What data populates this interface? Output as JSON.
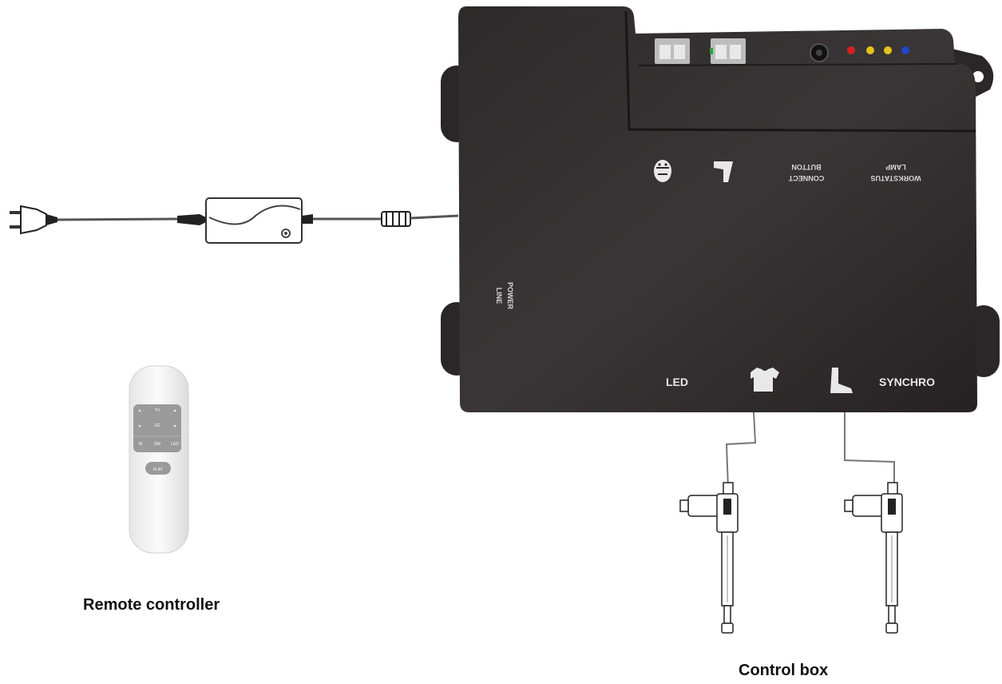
{
  "captions": {
    "remote": "Remote controller",
    "control_box": "Control box"
  },
  "control_box": {
    "label_led": "LED",
    "label_synchro": "SYNCHRO",
    "label_power_1": "POWER",
    "label_power_2": "LINE",
    "label_connect_1": "CONNECT",
    "label_connect_2": "BUTTON",
    "label_work_1": "WORKSTATUS",
    "label_work_2": "LAMP",
    "status_led_colors": [
      "#d42020",
      "#e6c21a",
      "#e6c21a",
      "#1d47c8"
    ],
    "body_color": "#2b2627"
  },
  "remote": {
    "btn_tv": "TV",
    "btn_zg": "ZG",
    "btn_m": "M",
    "btn_sw": "SW",
    "btn_led": "LED",
    "btn_flat": "FLAT"
  }
}
